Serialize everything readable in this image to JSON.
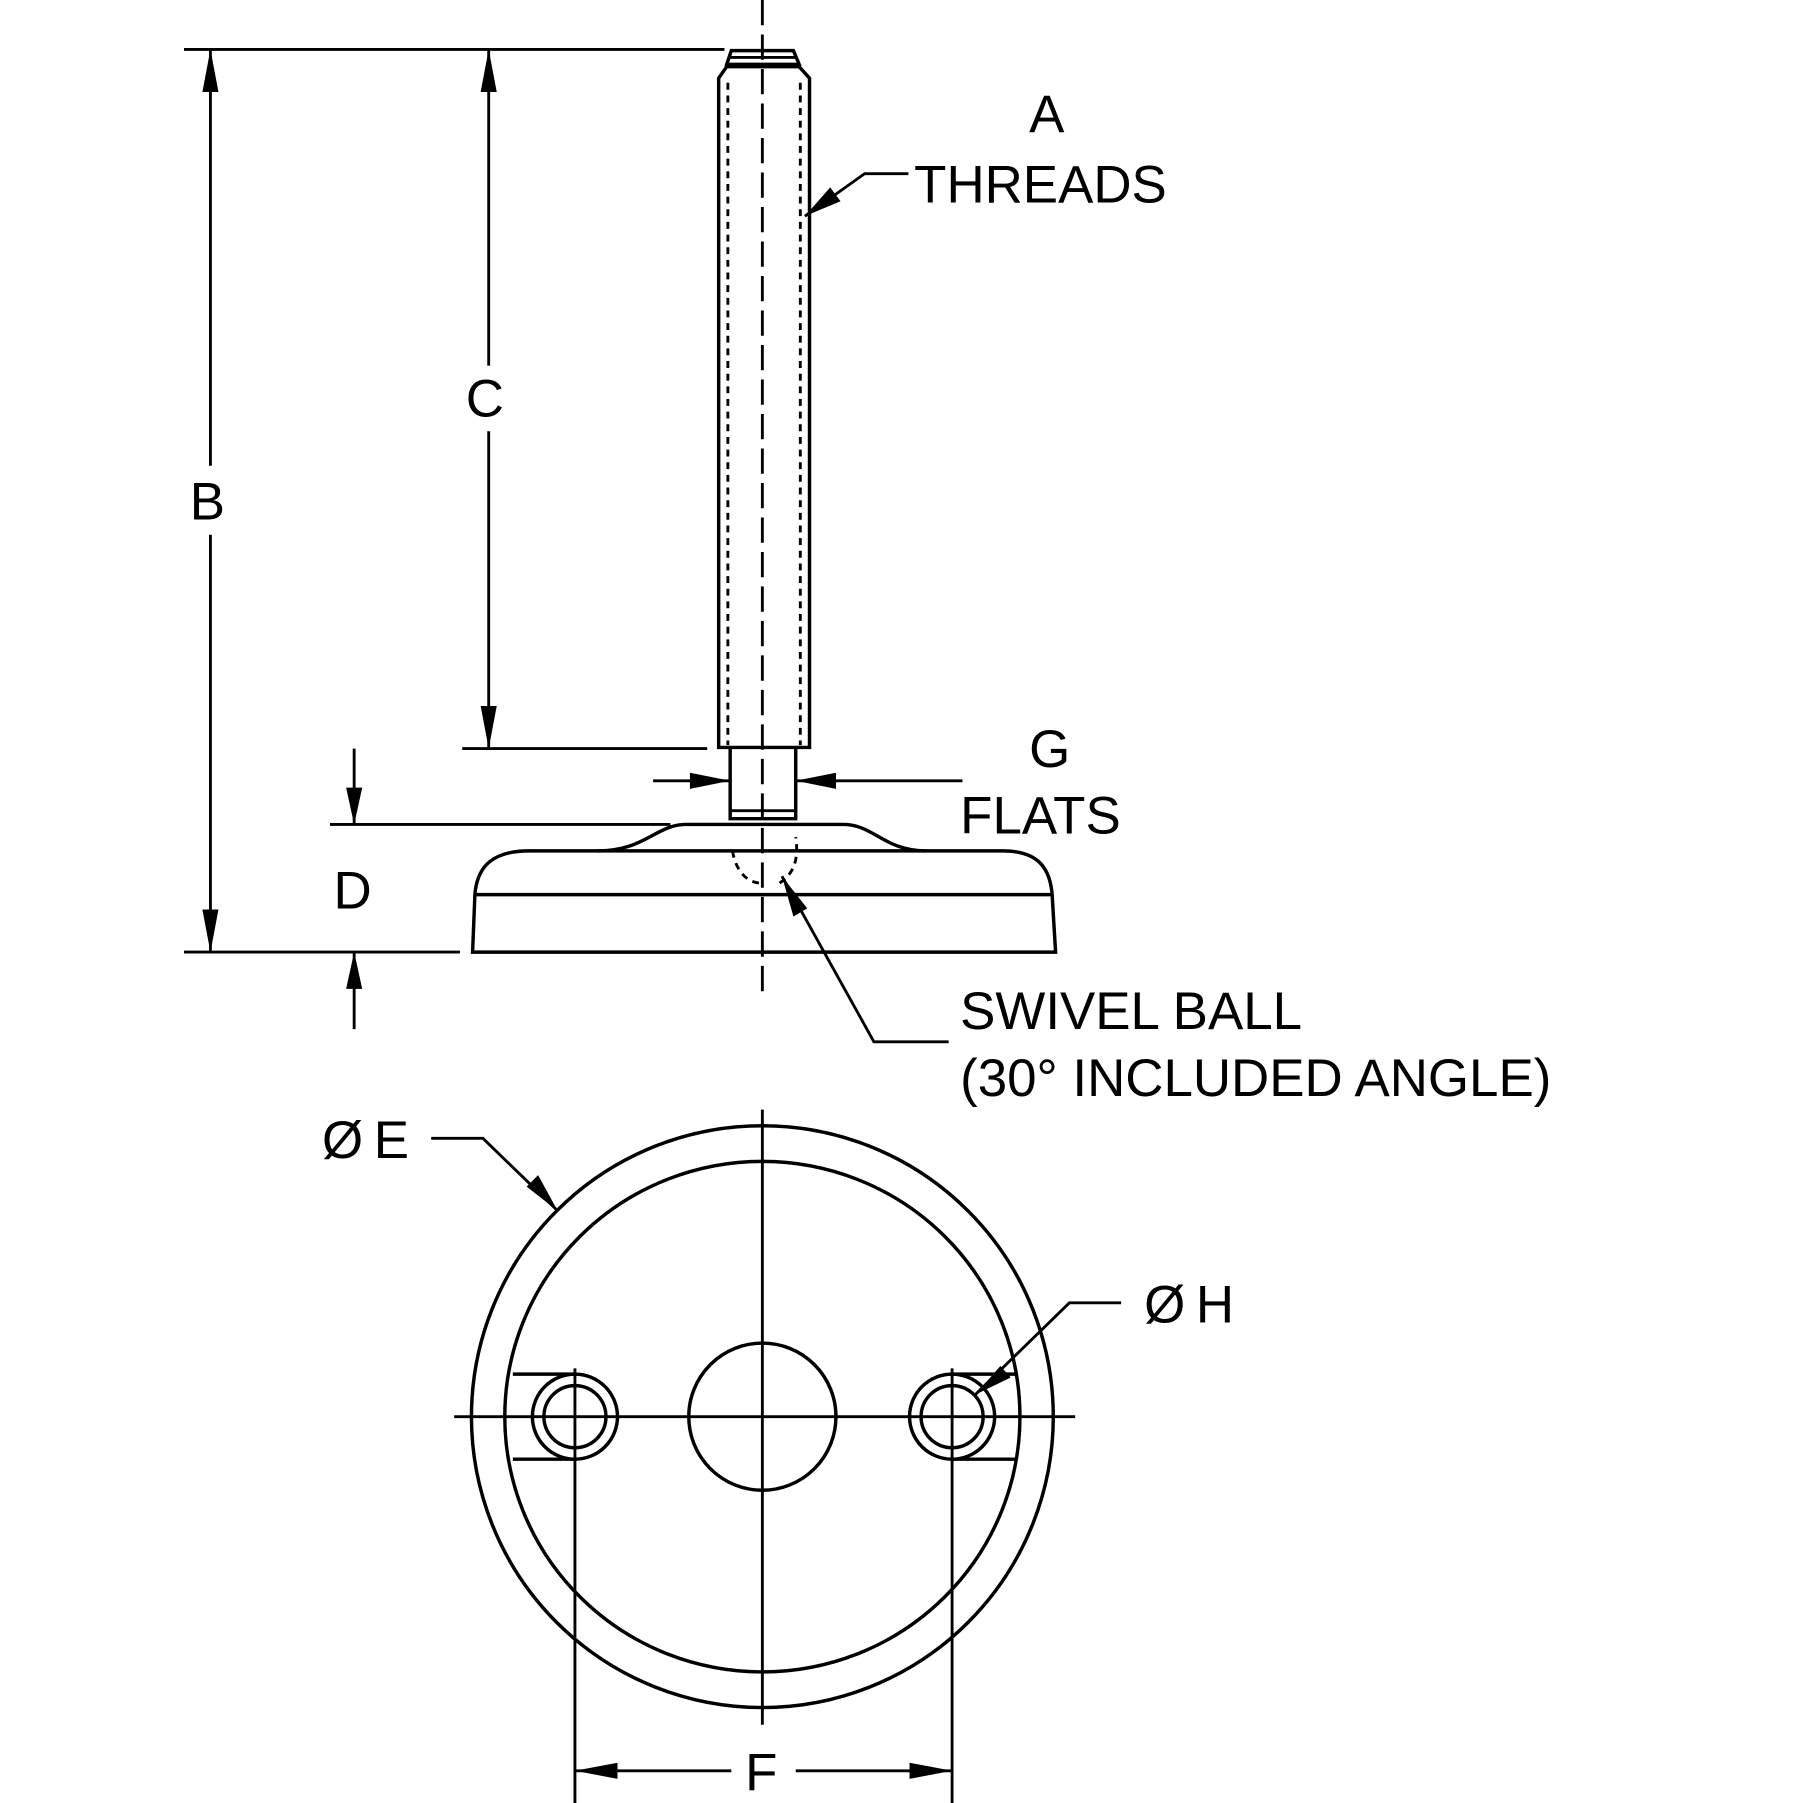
{
  "labels": {
    "a": "A",
    "threads": "THREADS",
    "b": "B",
    "c": "C",
    "d": "D",
    "e": "E",
    "f": "F",
    "g": "G",
    "flats": "FLATS",
    "h": "H",
    "swivel_ball": "SWIVEL BALL",
    "included_angle": "(30° INCLUDED ANGLE)",
    "diameter_symbol": "Ø"
  }
}
